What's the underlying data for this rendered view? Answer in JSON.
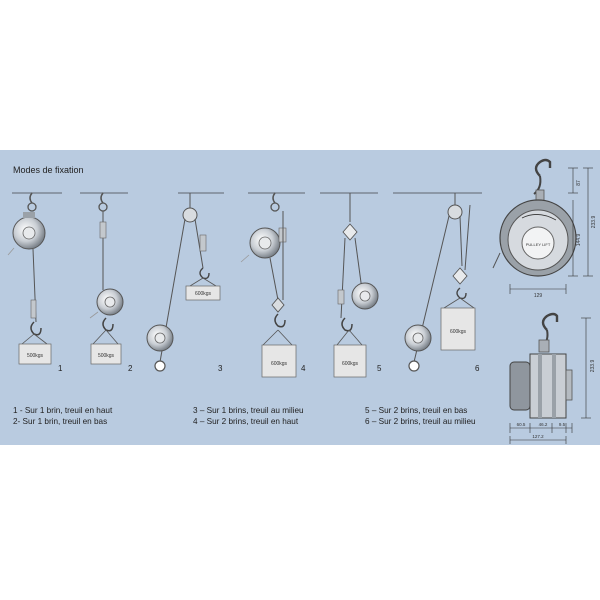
{
  "title": "Modes de fixation",
  "configs": [
    {
      "num": "1",
      "load": "500kgs"
    },
    {
      "num": "2",
      "load": "500kgs"
    },
    {
      "num": "3",
      "load": "600kgs"
    },
    {
      "num": "4",
      "load": "600kgs"
    },
    {
      "num": "5",
      "load": "600kgs"
    },
    {
      "num": "6",
      "load": "600kgs"
    }
  ],
  "captions": {
    "c1": "1 - Sur 1 brin, treuil en haut",
    "c2": "2- Sur 1 brin, treuil en bas",
    "c3": "3 – Sur 1 brins, treuil au milieu",
    "c4": "4 – Sur 2 brins, treuil en haut",
    "c5": "5 – Sur 2 brins, treuil en bas",
    "c6": "6 – Sur 2 brins, treuil au milieu"
  },
  "dimensions": {
    "top_hook": "87",
    "total_height_front": "233.9",
    "body_height": "144.9",
    "width_front": "129",
    "total_height_side": "233.9",
    "side_a": "60.5",
    "side_b": "46.2",
    "side_c": "9.5",
    "side_total": "127.2"
  },
  "device_label": "PULLEY LIFT"
}
